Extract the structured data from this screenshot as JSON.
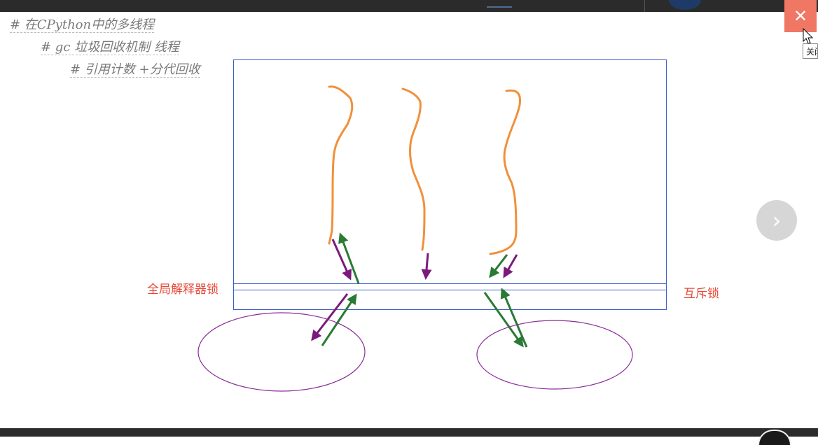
{
  "code_lines": [
    "# 在CPython中的多线程",
    "# gc 垃圾回收机制 线程",
    "# 引用计数 +分代回收"
  ],
  "labels": {
    "gil": "全局解释器锁",
    "mutex": "互斥锁"
  },
  "window": {
    "close_glyph": "✕",
    "tooltip_text": "关闭"
  },
  "navigation": {
    "next_glyph": "›"
  },
  "colors": {
    "thread_line": "#f0903a",
    "arrow_purple": "#7b1a7b",
    "arrow_green": "#2a7a35",
    "box_blue": "#3a5bc7",
    "ellipse_purple": "#8a2a9a",
    "label_red": "#e84a3a",
    "close_bg": "#f07763"
  }
}
